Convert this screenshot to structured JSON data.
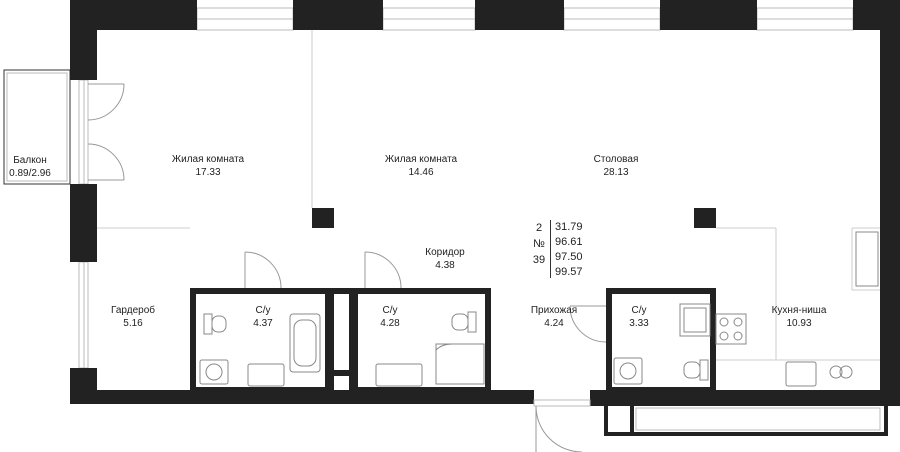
{
  "rooms": [
    {
      "id": "balcony",
      "name": "Балкон",
      "area": "0.89/2.96"
    },
    {
      "id": "living1",
      "name": "Жилая комната",
      "area": "17.33"
    },
    {
      "id": "living2",
      "name": "Жилая комната",
      "area": "14.46"
    },
    {
      "id": "dining",
      "name": "Столовая",
      "area": "28.13"
    },
    {
      "id": "corridor",
      "name": "Коридор",
      "area": "4.38"
    },
    {
      "id": "wardrobe",
      "name": "Гардероб",
      "area": "5.16"
    },
    {
      "id": "bath1",
      "name": "С/у",
      "area": "4.37"
    },
    {
      "id": "bath2",
      "name": "С/у",
      "area": "4.28"
    },
    {
      "id": "hall",
      "name": "Прихожая",
      "area": "4.24"
    },
    {
      "id": "bath3",
      "name": "С/у",
      "area": "3.33"
    },
    {
      "id": "kitchen",
      "name": "Кухня-ниша",
      "area": "10.93"
    }
  ],
  "info": {
    "floor": "2",
    "number_sign": "№",
    "apt_number": "39",
    "areas": [
      "31.79",
      "96.61",
      "97.50",
      "99.57"
    ]
  },
  "colors": {
    "wall": "#222222",
    "line": "#bbbbbb",
    "fixture": "#888888"
  }
}
